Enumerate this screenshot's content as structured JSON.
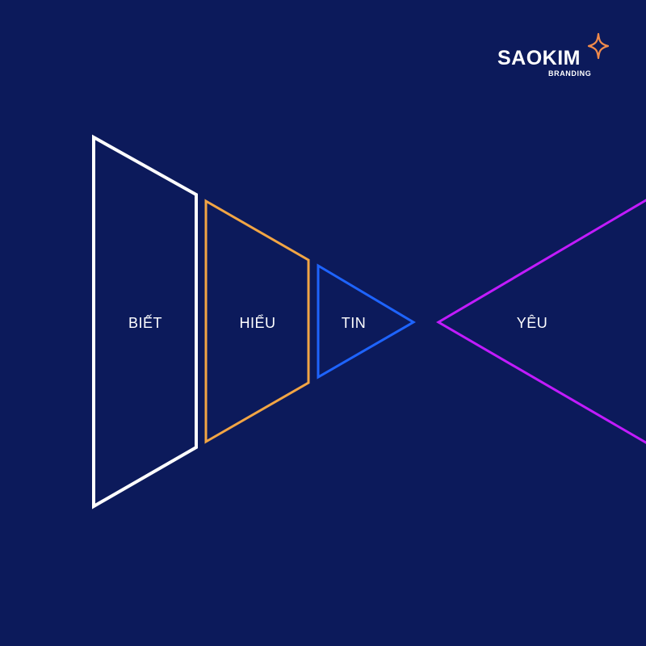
{
  "logo": {
    "wordmark": "SAOKIM",
    "subtitle": "BRANDING",
    "star_icon": "sparkle-star-icon",
    "star_color": "#f08a4b"
  },
  "stages": [
    {
      "id": "biet",
      "label": "BIẾT",
      "color": "#ffffff"
    },
    {
      "id": "hieu",
      "label": "HIỂU",
      "color": "#f2a544"
    },
    {
      "id": "tin",
      "label": "TIN",
      "color": "#1e64ff"
    },
    {
      "id": "yeu",
      "label": "YÊU",
      "color": "#c21bff"
    }
  ],
  "colors": {
    "background": "#0c1a5b"
  }
}
